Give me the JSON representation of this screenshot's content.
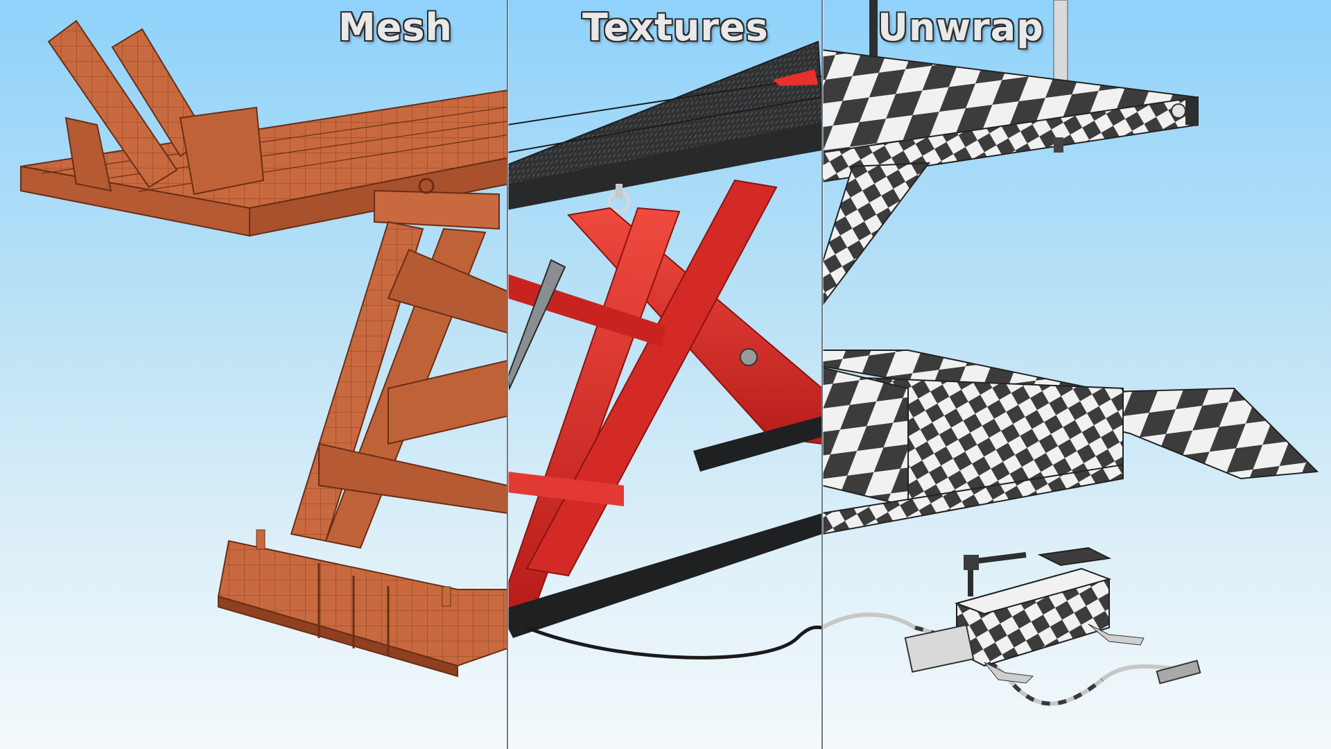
{
  "panels": [
    {
      "label": "Mesh"
    },
    {
      "label": "Textures"
    },
    {
      "label": "Unwrap"
    }
  ],
  "colors": {
    "mesh_fill": "#c8693f",
    "mesh_line": "#6a2e15",
    "frame_red": "#e8302c",
    "deck_dark": "#2e2f31",
    "checker_dark": "#3c3c3c",
    "checker_light": "#f1f1f1",
    "panel_divider": "#6f7a80"
  },
  "icons": [
    "lift-table-illustration",
    "hydraulic-foot-pump-illustration"
  ]
}
